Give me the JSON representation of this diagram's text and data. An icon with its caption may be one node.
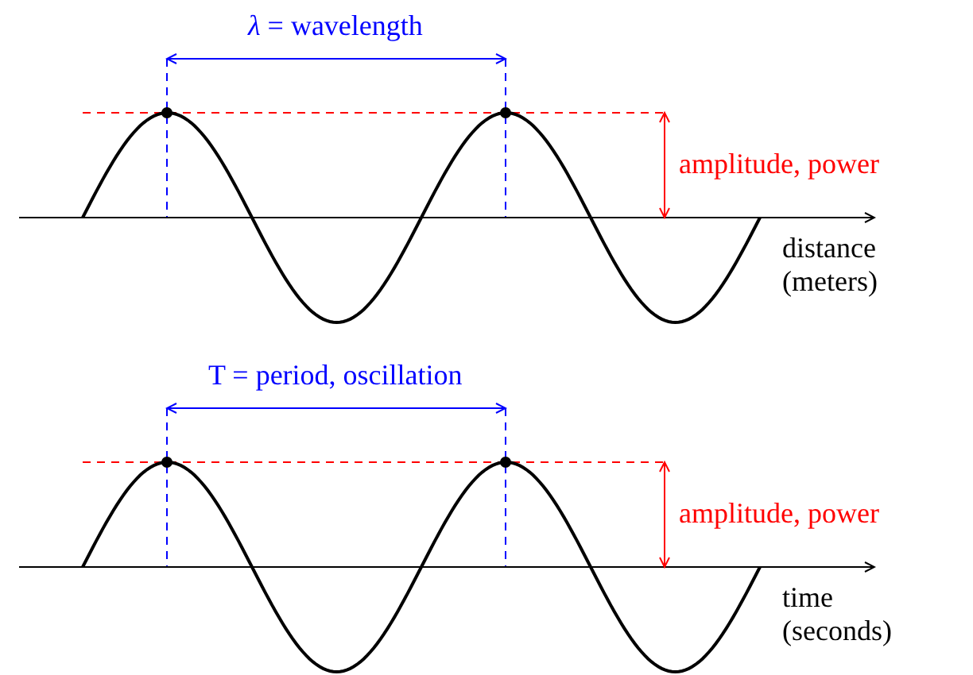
{
  "diagram": {
    "labels": [
      "*λ* = wavelength",
      "amplitude, power",
      "distance (meters)",
      "T = period, oscillation",
      "amplitude, power",
      "time (seconds)"
    ]
  }
}
